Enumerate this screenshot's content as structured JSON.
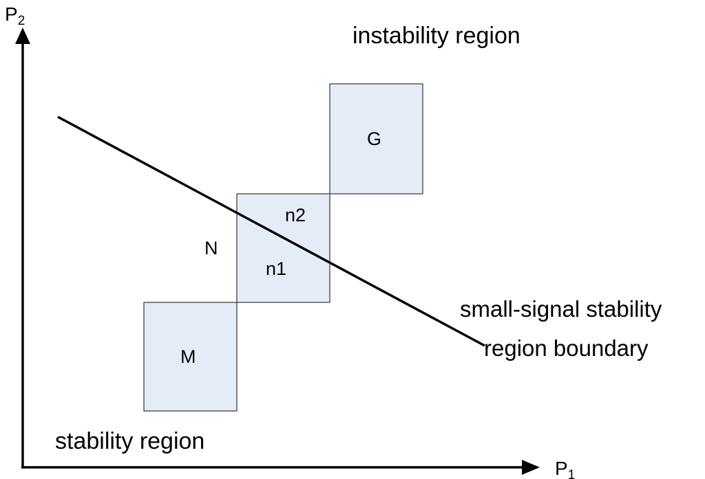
{
  "axes": {
    "y_label_main": "P",
    "y_label_sub": "2",
    "x_label_main": "P",
    "x_label_sub": "1"
  },
  "regions": {
    "instability_label": "instability region",
    "stability_label": "stability region"
  },
  "boundary": {
    "label_line1": "small-signal stability",
    "label_line2": "region boundary"
  },
  "boxes": {
    "m_label": "M",
    "n_label": "N",
    "g_label": "G",
    "n1_label": "n1",
    "n2_label": "n2"
  },
  "colors": {
    "box_fill": "#e4ecf7",
    "box_stroke": "#333333",
    "line": "#000000"
  }
}
